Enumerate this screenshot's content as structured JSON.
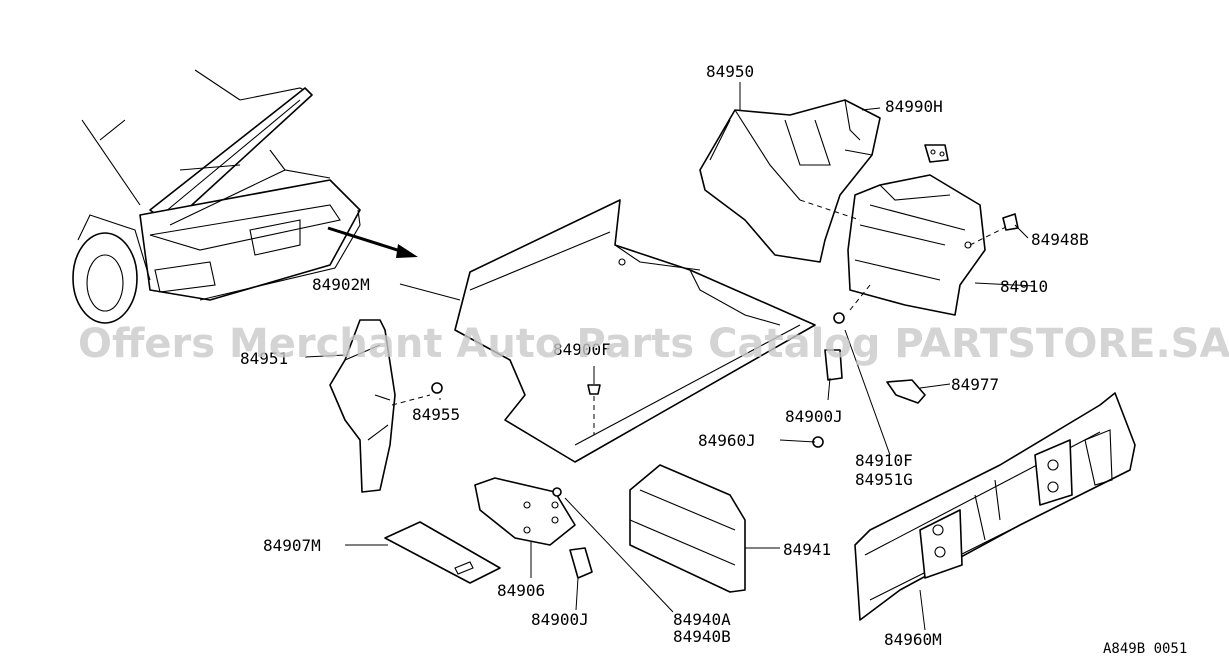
{
  "watermark": "Offers Merchant Auto Parts Catalog PARTSTORE.SA",
  "diagram_code": "A849B 0051",
  "labels": {
    "p84950": "84950",
    "p84990H": "84990H",
    "p84948B": "84948B",
    "p84910": "84910",
    "p84902M": "84902M",
    "p84900F": "84900F",
    "p84951": "84951",
    "p84955": "84955",
    "p84977": "84977",
    "p84900J_a": "84900J",
    "p84960J": "84960J",
    "p84910F": "84910F",
    "p84951G": "84951G",
    "p84907M": "84907M",
    "p84906": "84906",
    "p84900J_b": "84900J",
    "p84940A": "84940A",
    "p84940B": "84940B",
    "p84941": "84941",
    "p84960M": "84960M"
  }
}
